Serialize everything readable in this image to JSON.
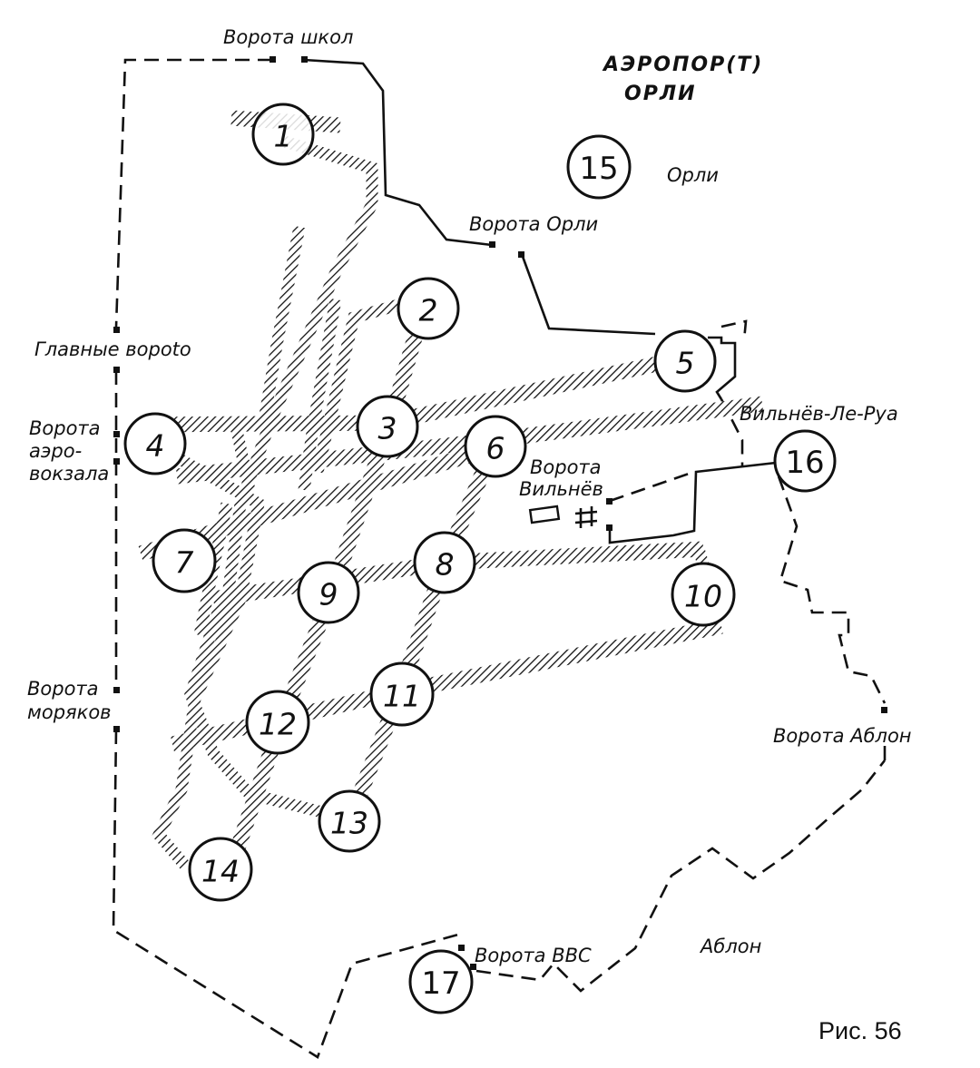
{
  "title": {
    "line1": "АЭРОПОР(Т)",
    "line2": "ОРЛИ"
  },
  "figure_caption": "Рис. 56",
  "gates": {
    "schools": "Ворота школ",
    "orly": "Ворота Орли",
    "main_line": "Главные вороtо",
    "terminal_1": "Ворота",
    "terminal_2": "аэро-",
    "terminal_3": "вокзала",
    "sailors_1": "Ворота",
    "sailors_2": "моряков",
    "villeneuve_1": "Ворота",
    "villeneuve_2": "Вильнёв",
    "ablon": "Ворота Аблон",
    "air_force": "Ворота ВВС"
  },
  "places": {
    "orly": "Орли",
    "villeneuve_le_roi": "Вильнёв-Ле-Руа",
    "ablon": "Аблон"
  },
  "markers": [
    "1",
    "2",
    "3",
    "4",
    "5",
    "6",
    "7",
    "8",
    "9",
    "10",
    "11",
    "12",
    "13",
    "14",
    "15",
    "16",
    "17"
  ]
}
